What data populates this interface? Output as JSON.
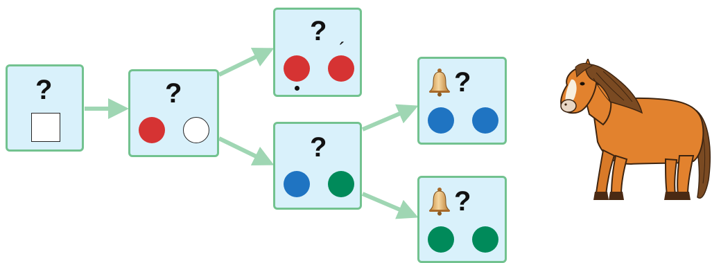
{
  "diagram": {
    "question_mark": "?",
    "accent_mark": "´",
    "colors": {
      "box_fill": "#d9f1fb",
      "box_border": "#72c28f",
      "arrow": "#9fd6b3",
      "red": "#d63333",
      "blue": "#1f74c2",
      "green": "#008a5a",
      "white": "#ffffff"
    },
    "boxes": [
      {
        "id": "start",
        "contents": [
          "question-mark",
          "white-square"
        ]
      },
      {
        "id": "red-white",
        "contents": [
          "question-mark",
          "red-dot",
          "white-dot"
        ]
      },
      {
        "id": "red-red",
        "contents": [
          "question-mark",
          "accent-mark",
          "red-dot",
          "red-dot",
          "dot-below"
        ]
      },
      {
        "id": "blue-green",
        "contents": [
          "question-mark",
          "blue-dot",
          "green-dot"
        ]
      },
      {
        "id": "bell-blue-blue",
        "contents": [
          "bell-icon",
          "question-mark",
          "blue-dot",
          "blue-dot"
        ]
      },
      {
        "id": "bell-green-green",
        "contents": [
          "bell-icon",
          "question-mark",
          "green-dot",
          "green-dot"
        ]
      }
    ],
    "illustration": "horse-illustration"
  }
}
